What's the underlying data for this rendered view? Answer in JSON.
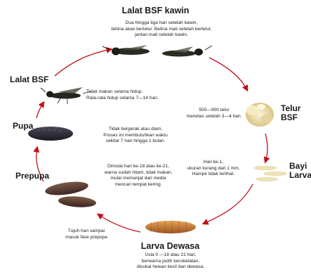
{
  "title": "Lalat BSF kawin",
  "mating_note": [
    "Dua hingga tiga hari setelah kawin,",
    "betina akan bertelur. Betina mati setelah bertelur,",
    "jantan mati setelah kawin."
  ],
  "stages": {
    "egg_label": [
      "Telur",
      "BSF"
    ],
    "egg_note": [
      "500—900 telur",
      "menetas setelah 3—4 hari."
    ],
    "baby_larva_label": [
      "Bayi",
      "Larva"
    ],
    "baby_larva_note": [
      "Hari ke-1,",
      "ukuran kurang dari 1 mm.",
      "Hampir tidak terlihat."
    ],
    "adult_larva_label": "Larva Dewasa",
    "adult_larva_note": [
      "Usia 0 —18 atau 21 hari,",
      "berwarna putih kecokelatan,",
      "disukai hewan kecil dan dewasa."
    ],
    "transition_note": [
      "Tujuh hari sampai",
      "masuk fase prepupa"
    ],
    "prepupa_label": "Prepupa",
    "prepupa_note": [
      "Dimulai hari ke-18 atau ke-21,",
      "warna sudah hitam, tidak makan,",
      "mulai memanjat dari media",
      "mencari tempat kering."
    ],
    "pupa_label": "Pupa",
    "pupa_note": [
      "Tidak bergerak atau diam,",
      "Proses ini membutuhkan waktu",
      "sekitar 7 hari hingga 1 bulan."
    ],
    "fly_label": "Lalat BSF",
    "fly_note": [
      "Tidak makan selama hidup.",
      "Rata-rata hidup selama 7—14 hari."
    ]
  },
  "colors": {
    "arrow": "#c0101a",
    "larva": "#c9782e",
    "pupa": "#2e2b3a",
    "prepupa": "#5b3d31",
    "egg": "#e8dcaa",
    "fly": "#24261f"
  }
}
